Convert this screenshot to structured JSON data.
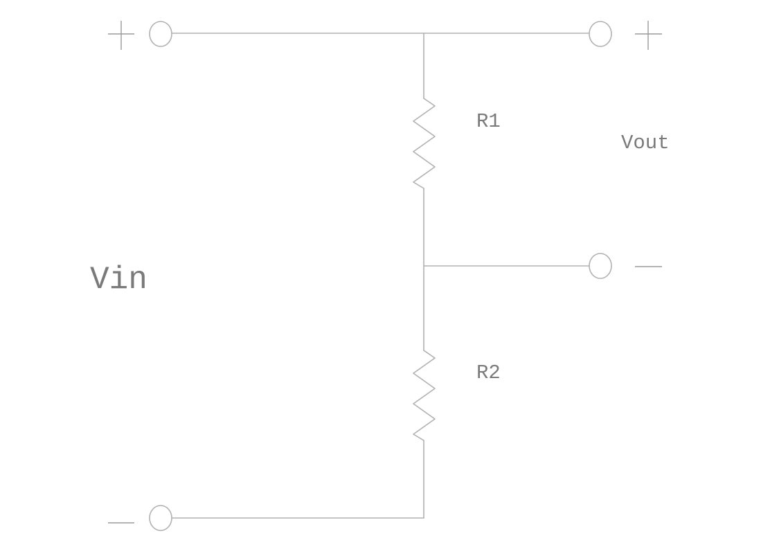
{
  "diagram": {
    "type": "voltage-divider-schematic",
    "input_label": "Vin",
    "output_label": "Vout",
    "resistors": [
      {
        "id": "R1",
        "label": "R1"
      },
      {
        "id": "R2",
        "label": "R2"
      }
    ],
    "terminals": {
      "input_positive": "+",
      "input_negative": "—",
      "output_positive": "+",
      "output_negative": "—"
    },
    "colors": {
      "wire": "#b0b0b0",
      "text": "#7a7a7a"
    }
  }
}
